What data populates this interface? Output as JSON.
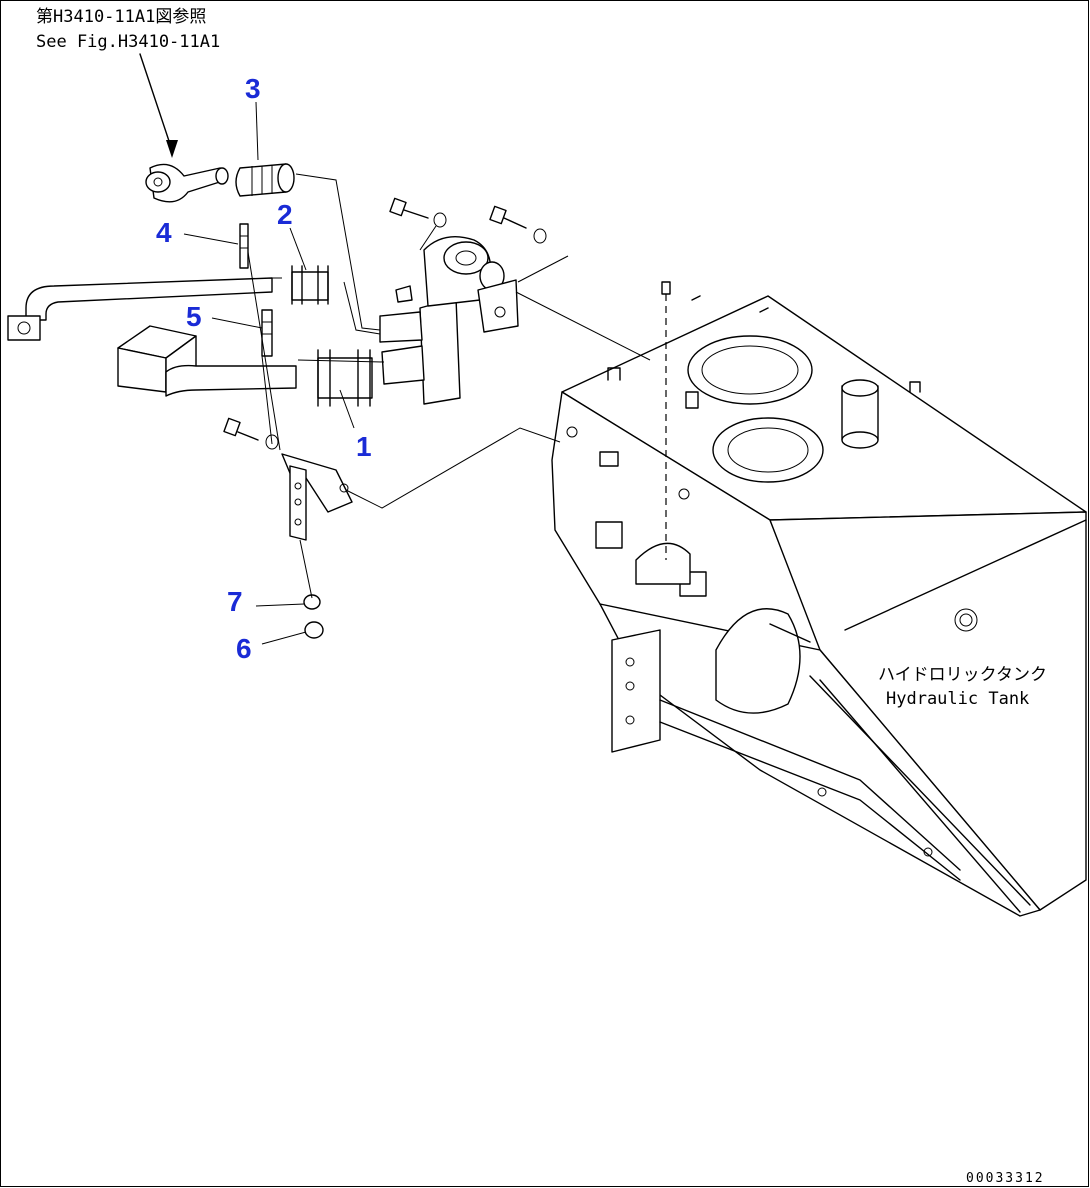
{
  "reference": {
    "line_jp": "第H3410-11A1図参照",
    "line_en": "See Fig.H3410-11A1"
  },
  "tank_label": {
    "line_jp": "ハイドロリックタンク",
    "line_en": "Hydraulic Tank"
  },
  "callouts": [
    {
      "id": "1",
      "label": "1"
    },
    {
      "id": "2",
      "label": "2"
    },
    {
      "id": "3",
      "label": "3"
    },
    {
      "id": "4",
      "label": "4"
    },
    {
      "id": "5",
      "label": "5"
    },
    {
      "id": "6",
      "label": "6"
    },
    {
      "id": "7",
      "label": "7"
    }
  ],
  "drawing_code": "00033312",
  "colors": {
    "callout": "#1a2bd6",
    "line": "#000000",
    "background": "#ffffff"
  }
}
